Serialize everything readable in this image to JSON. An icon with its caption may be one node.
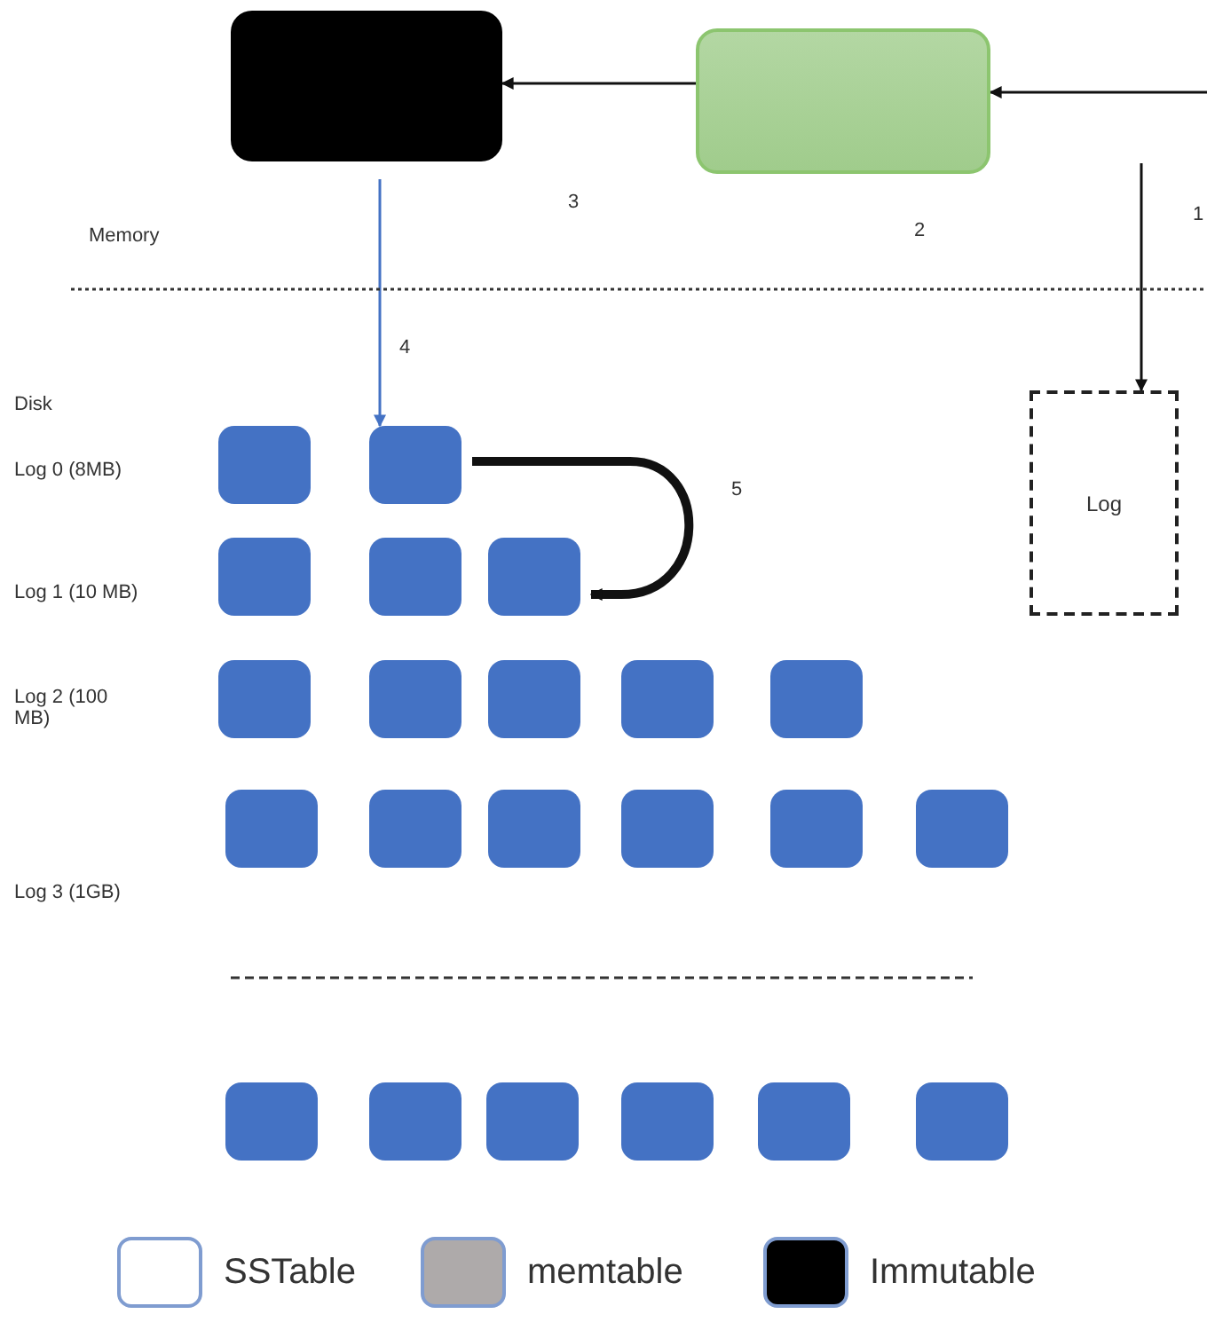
{
  "diagram": {
    "nodes": [
      {
        "text": [],
        "shape": "box"
      },
      {
        "text": [],
        "shape": "box"
      },
      {
        "text": [
          "Log"
        ]
      },
      {
        "text": [],
        "shape": "box"
      },
      {
        "text": [],
        "shape": "box"
      },
      {
        "text": [],
        "shape": "box"
      },
      {
        "text": [],
        "shape": "box"
      },
      {
        "text": [],
        "shape": "box"
      },
      {
        "text": [],
        "shape": "box"
      },
      {
        "text": [],
        "shape": "box"
      },
      {
        "text": [],
        "shape": "box"
      },
      {
        "text": [],
        "shape": "box"
      },
      {
        "text": [],
        "shape": "box"
      },
      {
        "text": [],
        "shape": "box"
      },
      {
        "text": [],
        "shape": "box"
      },
      {
        "text": [],
        "shape": "box"
      },
      {
        "text": [],
        "shape": "box"
      },
      {
        "text": [],
        "shape": "box"
      },
      {
        "text": [],
        "shape": "box"
      },
      {
        "text": [],
        "shape": "box"
      },
      {
        "text": [],
        "shape": "box"
      },
      {
        "text": [],
        "shape": "box"
      },
      {
        "text": [],
        "shape": "box"
      },
      {
        "text": [],
        "shape": "box"
      },
      {
        "text": [],
        "shape": "box"
      }
    ],
    "edges": [
      {
        "from": null,
        "to": 1,
        "arrow": "to"
      },
      {
        "from": 1,
        "to": 0,
        "arrow": "to"
      },
      {
        "from": null,
        "to": 2,
        "arrow": "to"
      },
      {
        "from": 0,
        "to": 4,
        "arrow": "to",
        "color": "#4472c4"
      },
      {
        "from": 4,
        "to": 7,
        "arrow": "to",
        "style": "thick"
      }
    ],
    "labels": [
      "3",
      "1",
      "2",
      "Memory",
      "4",
      "Disk",
      "Log 0 (8MB)",
      "5",
      "Log 1 (10 MB)",
      "Log 2 (100 MB)",
      "Log 3 (1GB)"
    ],
    "legend": [
      {
        "text": "SSTable",
        "color": "#ffffff"
      },
      {
        "text": "memtable",
        "color": "#aeaaaa"
      },
      {
        "text": "Immutable",
        "color": "#000000"
      }
    ]
  }
}
